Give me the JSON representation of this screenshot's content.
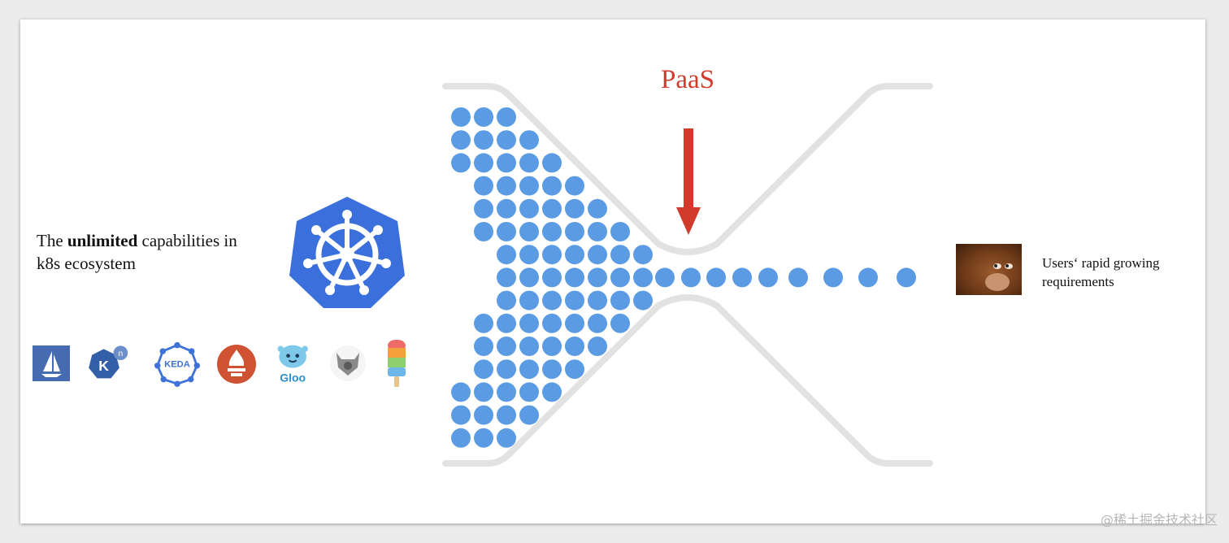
{
  "left_caption": {
    "line1_before": "The ",
    "line1_bold": "unlimited",
    "line1_after": " capabilities in",
    "line2": "k8s ecosystem"
  },
  "ecosystem_logos": [
    {
      "icon": "istio-icon",
      "color": "#466bb0"
    },
    {
      "icon": "knative-icon",
      "color": "#325fa8",
      "text": "K",
      "superscript": "n"
    },
    {
      "icon": "keda-icon",
      "color": "#3f72d6",
      "text": "KEDA"
    },
    {
      "icon": "prometheus-icon",
      "color": "#cf5232"
    },
    {
      "icon": "gloo-icon",
      "color": "#7ec8ea",
      "text": "Gloo"
    },
    {
      "icon": "opa-icon",
      "color": "#8a8a8a"
    },
    {
      "icon": "popsicle-icon",
      "color": "#f4a13b"
    }
  ],
  "kubernetes_logo": {
    "icon": "kubernetes-helm-icon",
    "color": "#3b6fdb"
  },
  "funnel": {
    "label": "PaaS",
    "label_color": "#d23a2c",
    "arrow_color": "#d23a2c",
    "dot_color": "#5b9be3",
    "wall_color": "#e2e2e2"
  },
  "right_caption": {
    "line1": "Users‘ rapid growing",
    "line2": "requirements"
  },
  "avatar": {
    "icon": "monkey-puppet-icon"
  },
  "watermark": "@稀土掘金技术社区"
}
